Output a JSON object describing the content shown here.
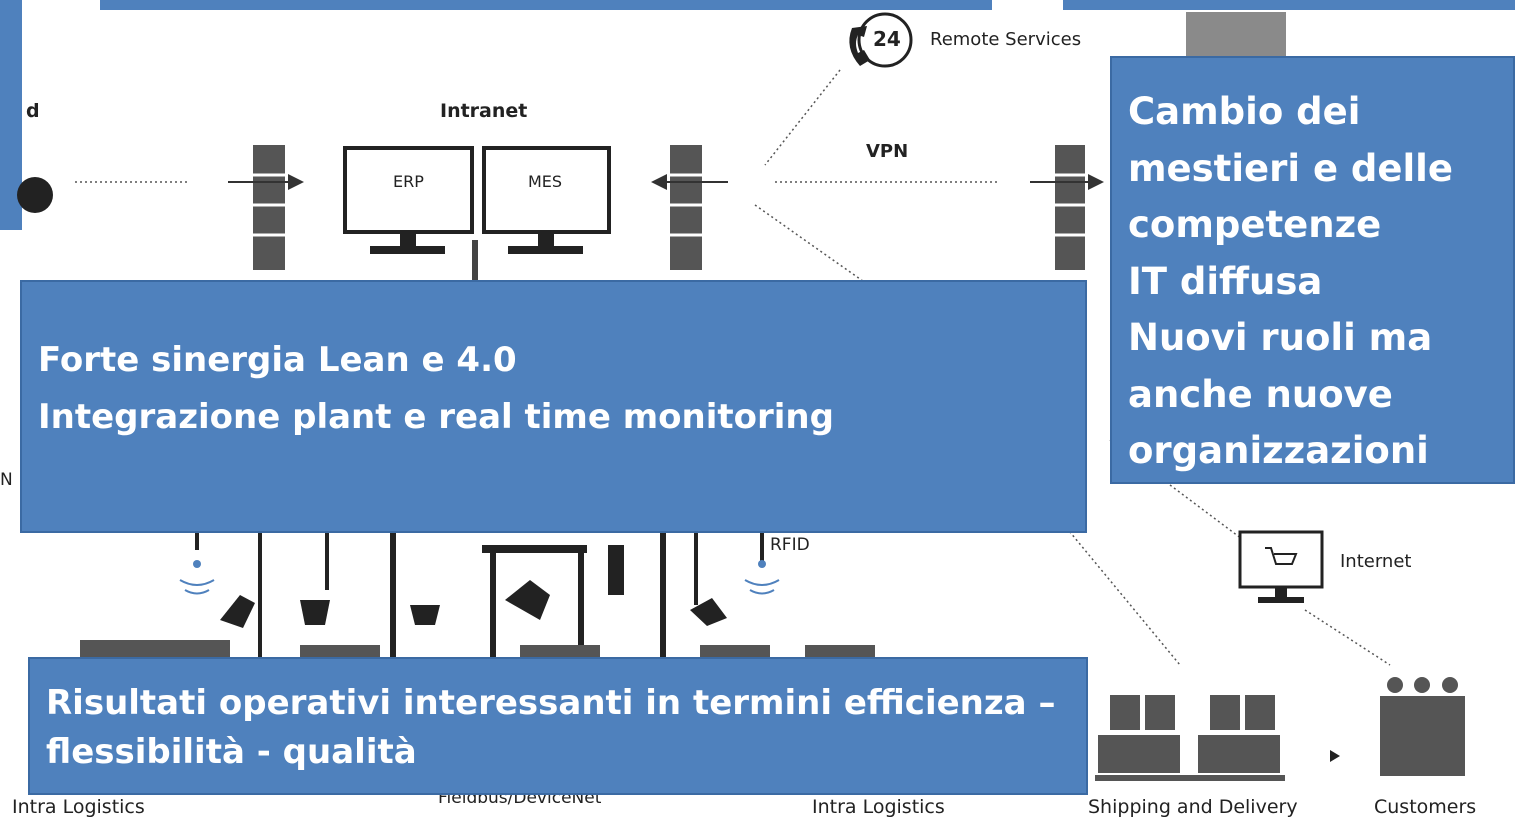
{
  "diagram": {
    "labels": {
      "intranet": "Intranet",
      "erp": "ERP",
      "mes": "MES",
      "vpn": "VPN",
      "remote_services": "Remote Services",
      "remote_badge": "24",
      "rfid": "RFID",
      "internet": "Internet",
      "fieldbus": "Fieldbus/DeviceNet",
      "intra_logistics_left": "Intra Logistics",
      "intra_logistics_mid": "Intra Logistics",
      "shipping": "Shipping and Delivery",
      "customers": "Customers",
      "cut_left_d": "d",
      "cut_left_n": "N"
    }
  },
  "callouts": {
    "skills": [
      "Cambio dei",
      "mestieri e delle",
      "competenze",
      "IT diffusa",
      "Nuovi ruoli ma",
      "anche nuove",
      "organizzazioni"
    ],
    "lean": [
      "Forte sinergia Lean e 4.0",
      "Integrazione plant e real time monitoring"
    ],
    "results": [
      "Risultati operativi interessanti in termini efficienza –",
      "flessibilità - qualità"
    ]
  },
  "colors": {
    "callout_fill": "#4f81bd",
    "callout_text": "#ffffff",
    "diagram_ink": "#333333"
  }
}
